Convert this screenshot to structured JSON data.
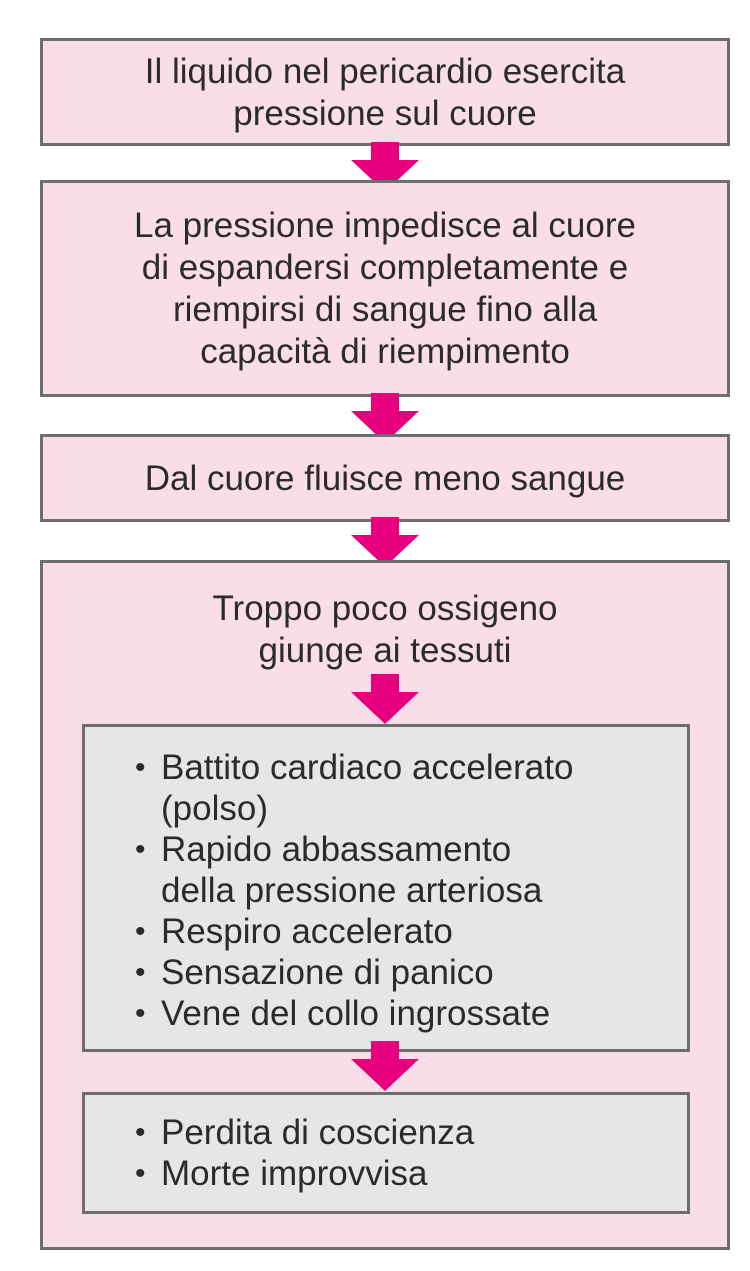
{
  "colors": {
    "pink_box": "#f9dde8",
    "gray_box": "#e6e6e6",
    "border": "#6e6e6e",
    "arrow": "#e6007e"
  },
  "steps": [
    {
      "lines": [
        "Il liquido nel pericardio esercita",
        "pressione sul cuore"
      ]
    },
    {
      "lines": [
        "La pressione impedisce al cuore",
        "di espandersi completamente e",
        "riempirsi di sangue fino alla",
        "capacità di riempimento"
      ]
    },
    {
      "lines": [
        "Dal cuore fluisce meno sangue"
      ]
    },
    {
      "lines": [
        "Troppo poco ossigeno",
        "giunge ai tessuti"
      ]
    }
  ],
  "symptoms": {
    "bullet": "•",
    "items": [
      [
        "Battito cardiaco accelerato",
        "(polso)"
      ],
      [
        "Rapido abbassamento",
        "della pressione arteriosa"
      ],
      [
        "Respiro accelerato"
      ],
      [
        "Sensazione di panico"
      ],
      [
        "Vene del collo ingrossate"
      ]
    ]
  },
  "outcomes": {
    "bullet": "•",
    "items": [
      [
        "Perdita di coscienza"
      ],
      [
        "Morte improvvisa"
      ]
    ]
  }
}
